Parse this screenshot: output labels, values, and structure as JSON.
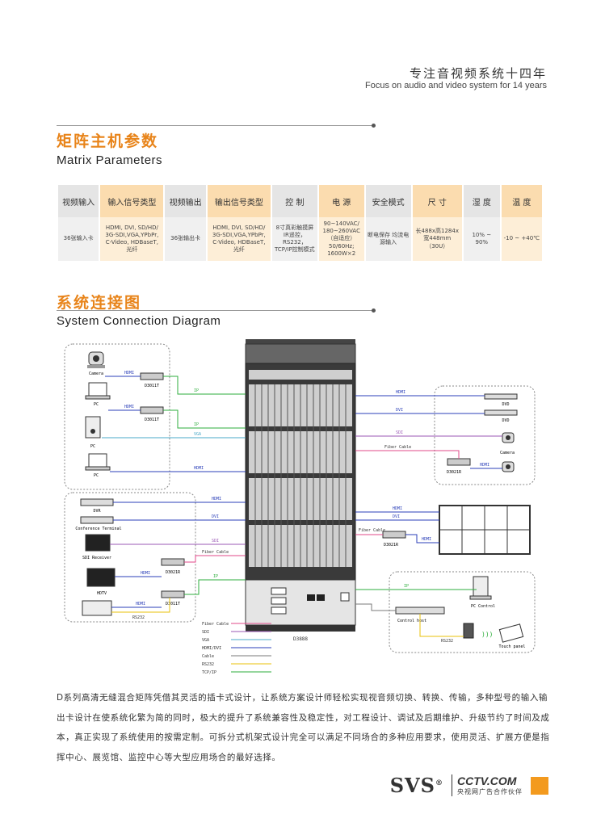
{
  "header": {
    "title_cn": "专注音视频系统十四年",
    "title_en": "Focus on audio and video system for 14 years"
  },
  "section_params": {
    "title_cn": "矩阵主机参数",
    "title_en": "Matrix Parameters"
  },
  "table": {
    "headers": [
      "视频输入",
      "输入信号类型",
      "视频输出",
      "输出信号类型",
      "控 制",
      "电 源",
      "安全模式",
      "尺 寸",
      "湿 度",
      "温 度"
    ],
    "row": [
      "36张输入卡",
      "HDMI, DVI, SD/HD/ 3G-SDI,VGA,YPbPr, C-Video, HDBaseT, 光纤",
      "36张输出卡",
      "HDMI, DVI, SD/HD/ 3G-SDI,VGA,YPbPr, C-Video, HDBaseT, 光纤",
      "8寸真彩触摸屏 IR遥控，RS232， TCP/IP控制模式",
      "90~140VAC/ 180~260VAC （自适应） 50/60Hz; 1600W×2",
      "断电保存 均流电源输入",
      "长488x高1284x 宽448mm（30U）",
      "10% ~ 90%",
      "-10 ~ +40℃"
    ]
  },
  "section_diagram": {
    "title_cn": "系统连接图",
    "title_en": "System Connection Diagram"
  },
  "diagram": {
    "devices": {
      "camera": "Camera",
      "pc": "PC",
      "d3011t": "D3011T",
      "dvr": "DVR",
      "conf": "Conference Terminal",
      "sdi_rx": "SDI Receiver",
      "hdtv": "HDTV",
      "d3021r": "D3021R",
      "dvd": "DVD",
      "matrix": "D3888",
      "control_host": "Control host",
      "pc_control": "PC Control",
      "touch": "Touch panel"
    },
    "signals": {
      "hdmi": "HDMI",
      "ip": "IP",
      "vga": "VGA",
      "dvi": "DVI",
      "sdi": "SDI",
      "fiber": "Fiber Cable",
      "rs232": "RS232",
      "hdmi_dvi": "HDMI/DVI",
      "cable": "Cable",
      "tcpip": "TCP/IP"
    },
    "colors": {
      "fiber": "#e04a8a",
      "sdi": "#9b59b6",
      "vga": "#49a9c9",
      "hdmi": "#2b3fb8",
      "cable": "#7a7a7a",
      "rs232": "#e8c20a",
      "ip": "#2eae3c"
    }
  },
  "paragraph": "D系列高清无缝混合矩阵凭借其灵活的插卡式设计，让系统方案设计师轻松实现视音频切换、转换、传输，多种型号的输入输出卡设计在使系统化繁为简的同时，极大的提升了系统兼容性及稳定性，对工程设计、调试及后期维护、升级节约了时间及成本，真正实现了系统使用的按需定制。可拆分式机架式设计完全可以满足不同场合的多种应用要求，使用灵活、扩展方便是指挥中心、展览馆、监控中心等大型应用场合的最好选择。",
  "footer": {
    "brand": "SVS",
    "reg": "®",
    "partner": "CCTV.COM",
    "partner_sub": "央视网广告合作伙伴"
  }
}
